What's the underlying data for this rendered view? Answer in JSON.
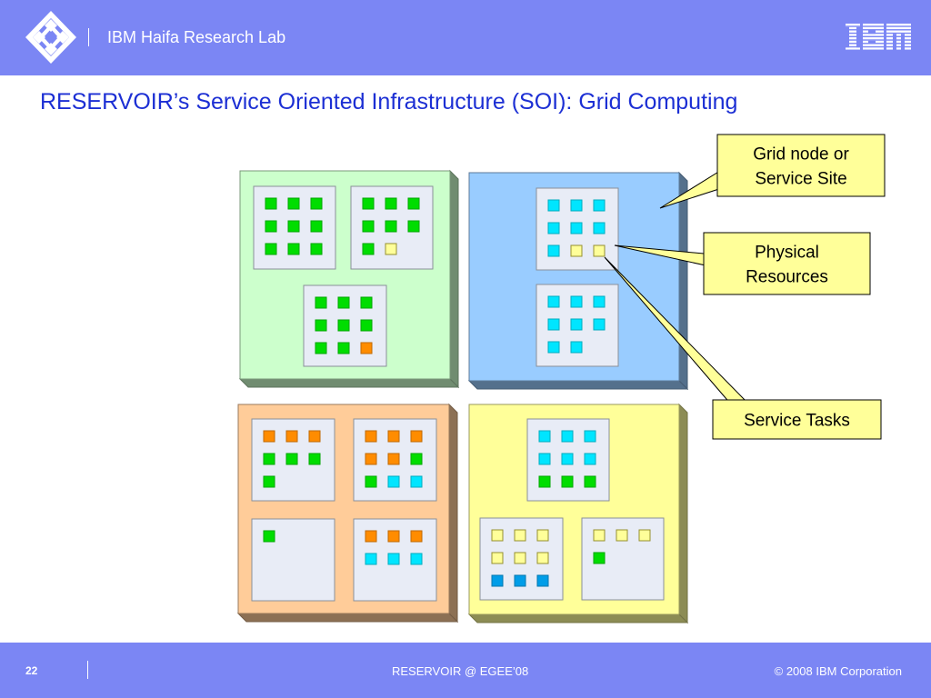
{
  "header": {
    "lab_name": "IBM Haifa Research Lab",
    "logo_text": "IBM",
    "logo_icon": "ibm-research-diamond-logo",
    "background": "#7b86f4"
  },
  "title": "RESERVOIR’s Service Oriented Infrastructure (SOI): Grid Computing",
  "colors": {
    "title": "#1c2fd4",
    "site_green": "#ccffcc",
    "site_blue": "#99ccff",
    "site_orange": "#ffcc99",
    "site_yellow": "#ffff99",
    "resource_box": "#e8ecf6",
    "task_green": "#00dd00",
    "task_cyan": "#00e5ff",
    "task_orange": "#ff8c00",
    "task_pale_yellow": "#ffff99",
    "task_blue": "#009de8",
    "callout_fill": "#ffff99"
  },
  "callouts": {
    "grid_node": [
      "Grid node or",
      "Service Site"
    ],
    "physical": [
      "Physical",
      "Resources"
    ],
    "service_tasks": [
      "Service Tasks"
    ]
  },
  "footer": {
    "page_number": "22",
    "event": "RESERVOIR @ EGEE’08",
    "copyright": "© 2008 IBM Corporation"
  }
}
